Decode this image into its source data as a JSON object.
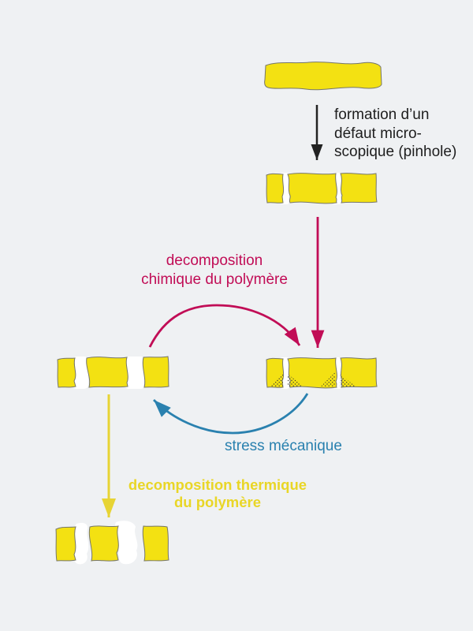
{
  "title": "polymer membrane degradation diagram",
  "colors": {
    "background": "#eff1f3",
    "bar_yellow": "#f3e112",
    "bar_outline": "#76766a",
    "crack_white": "#ffffff",
    "stipple_dark": "#3a3a30",
    "arrow_black": "#222222",
    "magenta": "#c10d56",
    "blue": "#2a81af",
    "arrow_yellow": "#e7d434",
    "thermal_text": "#e9d626"
  },
  "labels": {
    "pinhole": {
      "line1": "formation d’un",
      "line2": "défaut micro-",
      "line3": "scopique (pinhole)"
    },
    "chemical": {
      "line1": "decomposition",
      "line2": "chimique du polymère"
    },
    "stress": {
      "line1": "stress mécanique"
    },
    "thermal": {
      "line1": "decomposition thermique",
      "line2": "du polymère"
    }
  }
}
